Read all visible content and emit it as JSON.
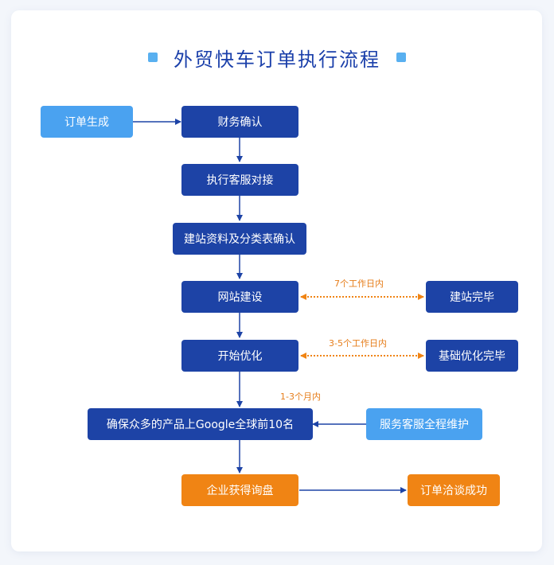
{
  "title": "外贸快车订单执行流程",
  "colors": {
    "dark_blue": "#1d43a6",
    "light_blue": "#4aa2f0",
    "orange": "#f08414",
    "label_orange": "#e67d1a",
    "title_blue": "#1a3faa"
  },
  "nodes": {
    "order_created": "订单生成",
    "finance_confirm": "财务确认",
    "service_handover": "执行客服对接",
    "site_materials_confirm": "建站资料及分类表确认",
    "site_building": "网站建设",
    "site_done": "建站完毕",
    "start_optimization": "开始优化",
    "basic_optimization_done": "基础优化完毕",
    "google_top10": "确保众多的产品上Google全球前10名",
    "full_service": "服务客服全程维护",
    "inquiry": "企业获得询盘",
    "deal_success": "订单洽谈成功"
  },
  "labels": {
    "seven_days": "7个工作日内",
    "three_five_days": "3-5个工作日内",
    "one_three_months": "1-3个月内"
  }
}
